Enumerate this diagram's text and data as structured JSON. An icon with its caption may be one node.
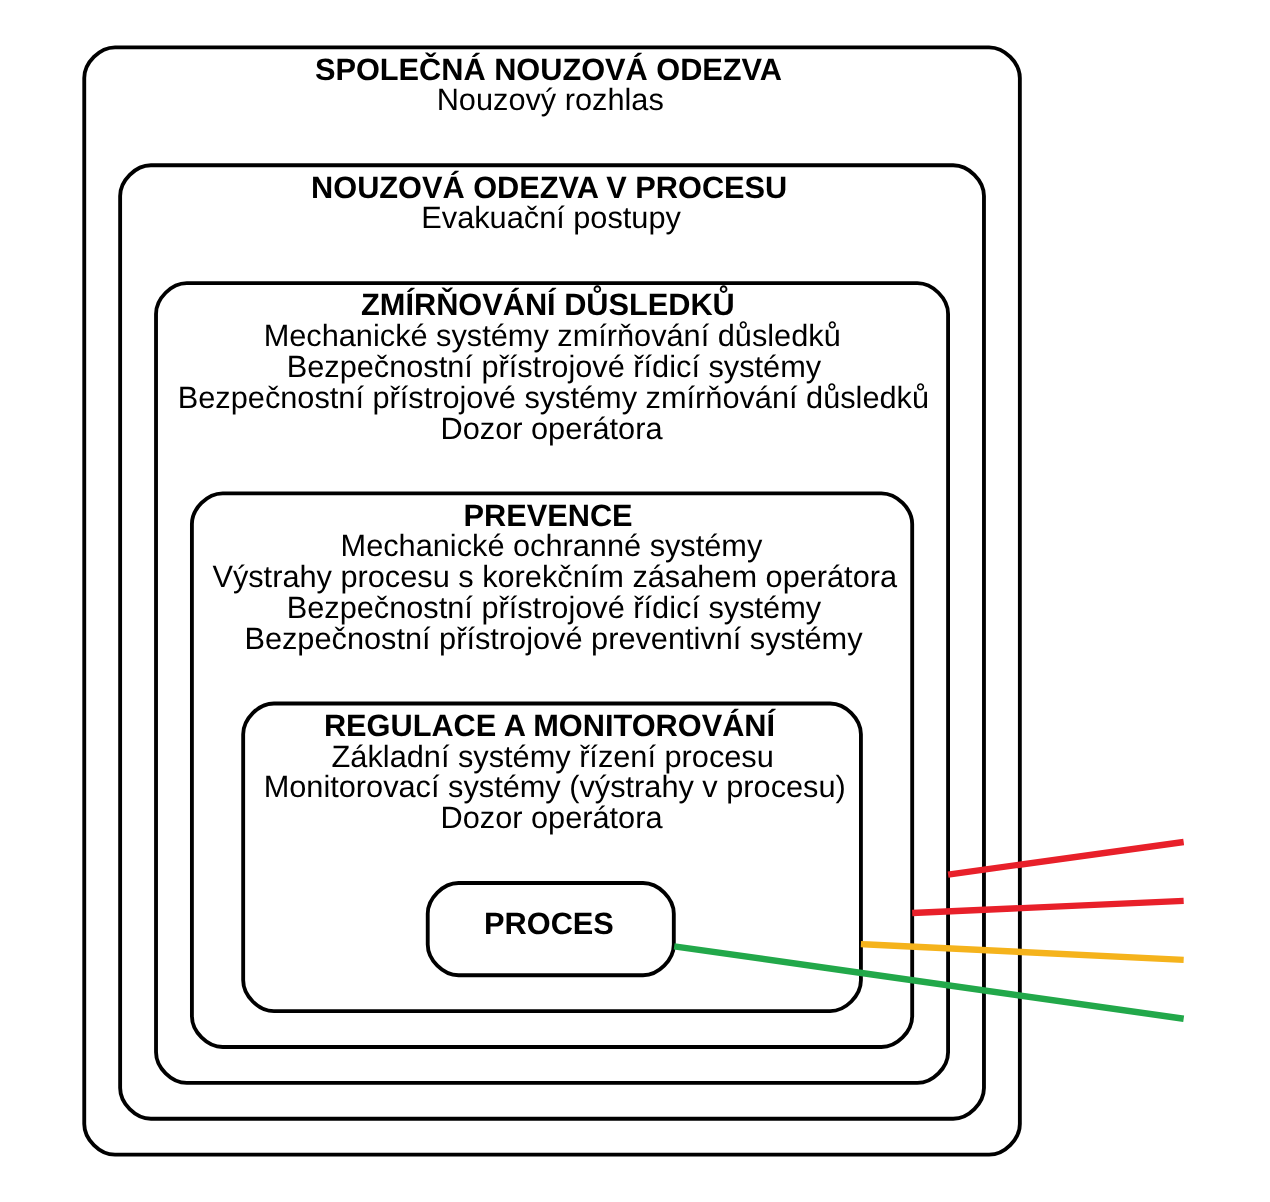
{
  "diagram": {
    "nodes": [
      {
        "text": [
          "SPOLEČNÁ NOUZOVÁ ODEZVA",
          "Nouzový rozhlas"
        ]
      },
      {
        "text": [
          "NOUZOVÁ ODEZVA V PROCESU",
          "Evakuační postupy"
        ],
        "in": 0
      },
      {
        "text": [
          "ZMÍRŇOVÁNÍ DŮSLEDKŮ",
          "Mechanické systémy zmírňování důsledků",
          "Bezpečnostní přístrojové řídicí systémy",
          "Bezpečnostní přístrojové systémy zmírňování důsledků",
          "Dozor operátora"
        ],
        "in": 1
      },
      {
        "text": [
          "PREVENCE",
          "Mechanické ochranné systémy",
          "Výstrahy procesu s korekčním zásahem operátora",
          "Bezpečnostní přístrojové řídicí systémy",
          "Bezpečnostní přístrojové preventivní systémy"
        ],
        "in": 2
      },
      {
        "text": [
          "REGULACE A MONITOROVÁNÍ",
          "Základní systémy řízení procesu",
          "Monitorovací systémy (výstrahy v procesu)",
          "Dozor operátora"
        ],
        "in": 3
      },
      {
        "text": [
          "PROCES"
        ],
        "in": 4
      }
    ],
    "edges": [
      {
        "from": 2,
        "to": null,
        "arrow": "none",
        "color": "#e8202a"
      },
      {
        "from": 3,
        "to": null,
        "arrow": "none",
        "color": "#e8202a"
      },
      {
        "from": 4,
        "to": null,
        "arrow": "none",
        "color": "#f5b31c"
      },
      {
        "from": 5,
        "to": null,
        "arrow": "none",
        "color": "#22a84a"
      }
    ]
  }
}
